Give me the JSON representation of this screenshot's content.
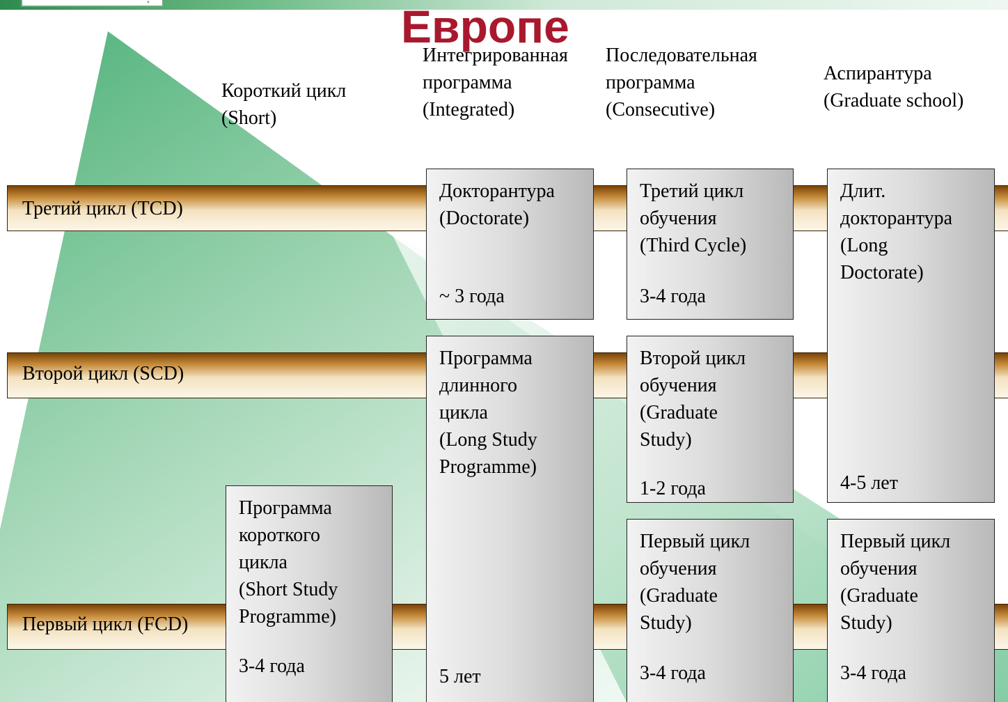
{
  "title": "Европе",
  "columns": [
    {
      "id": "short",
      "label": "Короткий цикл\n(Short)"
    },
    {
      "id": "integrated",
      "label": "Интегрированная\nпрограмма\n(Integrated)"
    },
    {
      "id": "consecutive",
      "label": "Последовательная\nпрограмма\n(Consecutive)"
    },
    {
      "id": "graduate",
      "label": "Аспирантура\n(Graduate school)"
    }
  ],
  "levels": {
    "third": "Третий цикл (TCD)",
    "second": "Второй цикл (SCD)",
    "first": "Первый цикл (FCD)"
  },
  "boxes": {
    "doctorate": {
      "text": "Докторантура\n(Doctorate)",
      "duration": "~ 3 года"
    },
    "third_cycle": {
      "text": "Третий цикл\nобучения\n(Third Cycle)",
      "duration": "3-4 года"
    },
    "long_doctorate": {
      "text": "Длит.\nдокторантура\n(Long\nDoctorate)",
      "duration": "4-5 лет"
    },
    "long_programme": {
      "text": "Программа\nдлинного\nцикла\n(Long Study\nProgramme)",
      "duration": "5 лет"
    },
    "second_cycle": {
      "text": "Второй цикл\nобучения\n(Graduate\nStudy)",
      "duration": "1-2 года"
    },
    "short_programme": {
      "text": "Программа\nкороткого\nцикла\n(Short Study\nProgramme)",
      "duration": "3-4 года"
    },
    "first_cycle_consecutive": {
      "text": "Первый цикл\nобучения\n(Graduate\nStudy)",
      "duration": "3-4 года"
    },
    "first_cycle_graduate": {
      "text": "Первый цикл\nобучения\n(Graduate\nStudy)",
      "duration": "3-4 года"
    }
  },
  "colors": {
    "title": "#a8192e",
    "triangle": "#5fba85",
    "bar_dark": "#7a4306",
    "bar_light": "#fcf6e9"
  }
}
